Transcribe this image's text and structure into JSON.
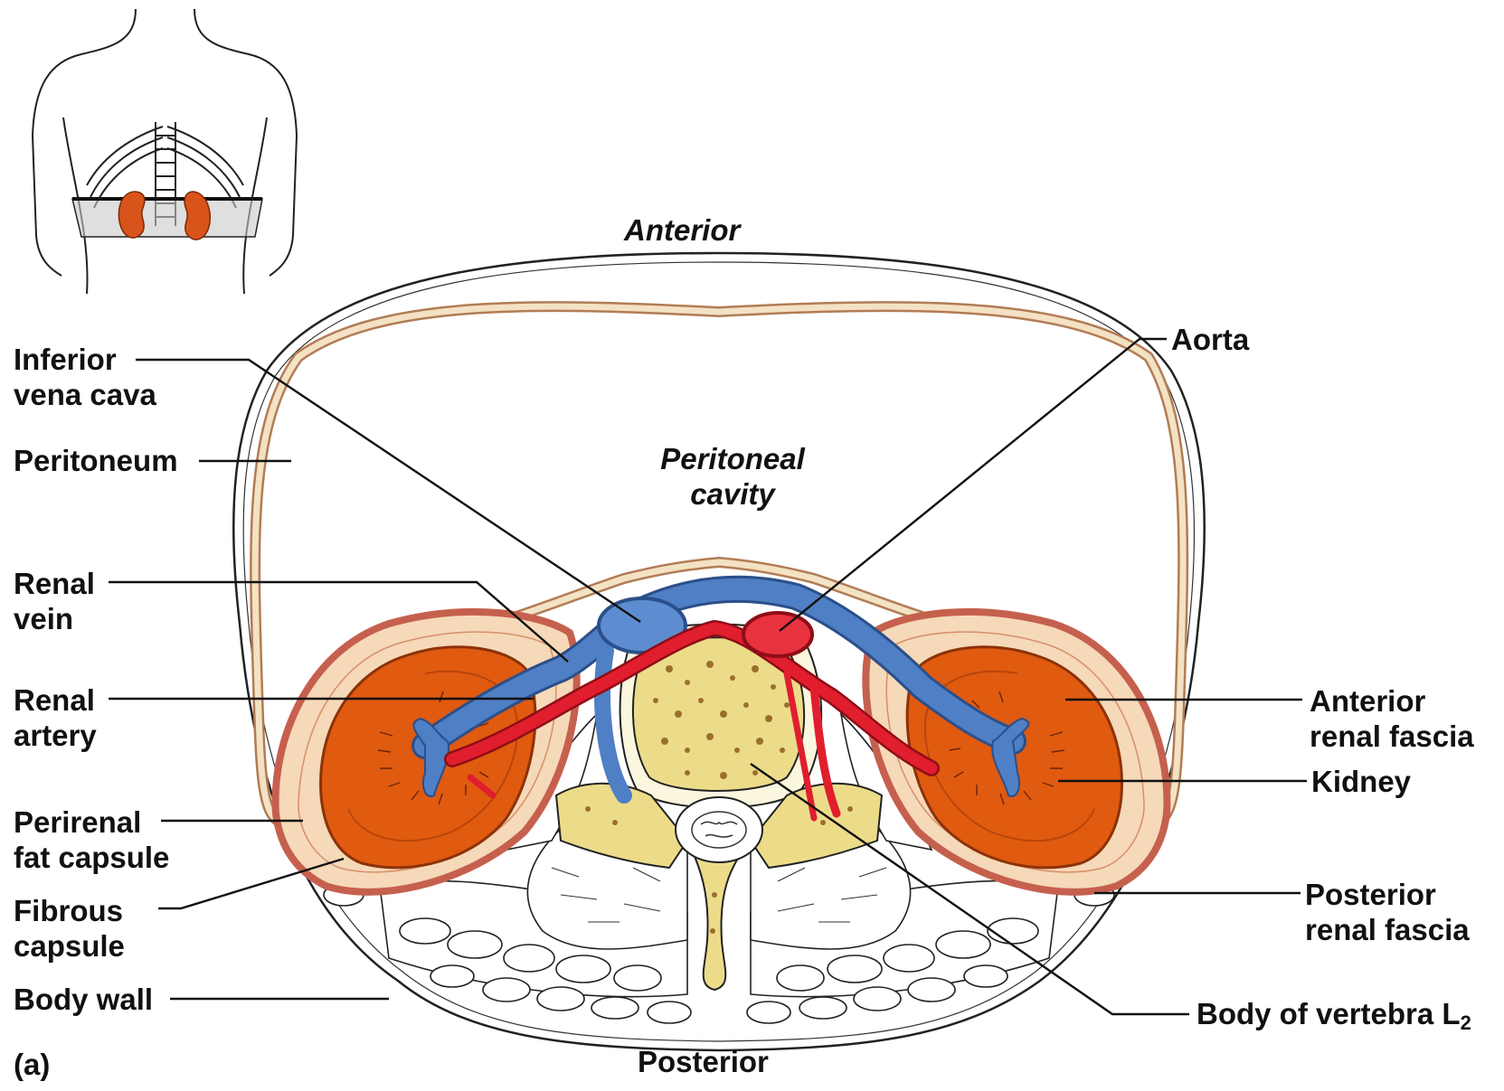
{
  "orientation": {
    "anterior": "Anterior",
    "posterior": "Posterior"
  },
  "cavity": {
    "line1": "Peritoneal",
    "line2": "cavity"
  },
  "panel_letter": "(a)",
  "labels_left": {
    "ivc": [
      "Inferior",
      "vena cava"
    ],
    "peritoneum": [
      "Peritoneum"
    ],
    "renal_vein": [
      "Renal",
      "vein"
    ],
    "renal_artery": [
      "Renal",
      "artery"
    ],
    "perirenal": [
      "Perirenal",
      "fat capsule"
    ],
    "fibrous": [
      "Fibrous",
      "capsule"
    ],
    "body_wall": [
      "Body wall"
    ]
  },
  "labels_right": {
    "aorta": [
      "Aorta"
    ],
    "anterior_fascia": [
      "Anterior",
      "renal fascia"
    ],
    "kidney": [
      "Kidney"
    ],
    "posterior_fascia": [
      "Posterior",
      "renal fascia"
    ],
    "vertebra": [
      "Body of vertebra L",
      "2"
    ]
  },
  "colors": {
    "kidney": "#e05a10",
    "fat": "#f5d9b8",
    "vein": "#4f7fc4",
    "artery": "#e01e2e",
    "bone": "#ecdc8a",
    "peritoneum": "#f3e2c4",
    "fascia": "#c6604e"
  }
}
